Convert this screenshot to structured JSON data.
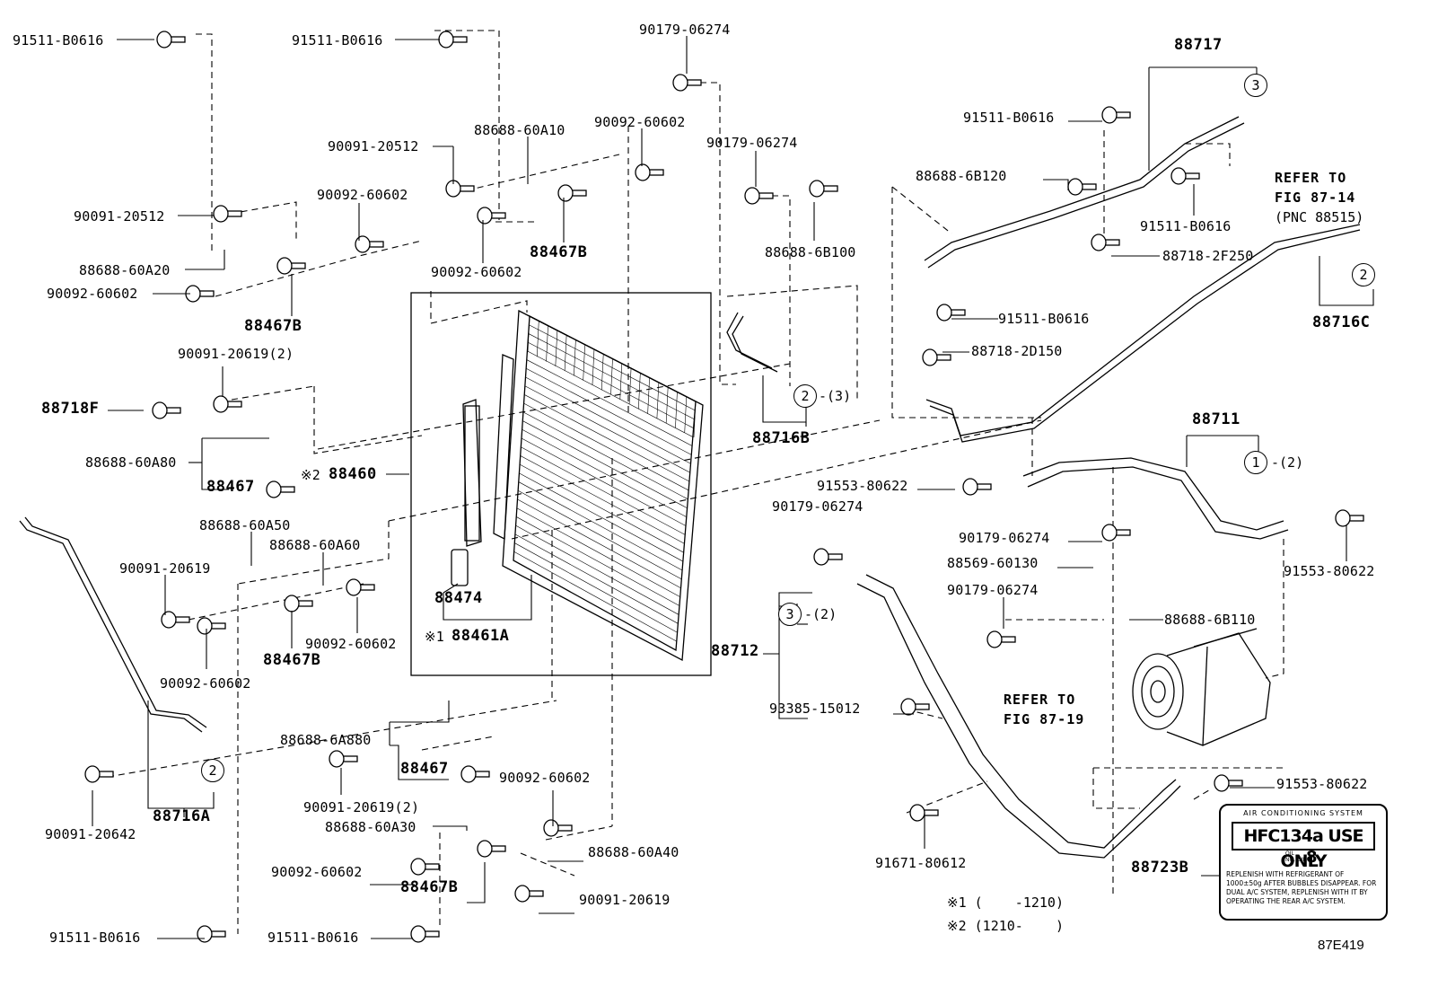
{
  "diagram_id": "87E419",
  "part_labels": {
    "p01": "91511-B0616",
    "p02": "91511-B0616",
    "p03": "90179-06274",
    "p04": "88688-60A10",
    "p05": "90092-60602",
    "p06": "90091-20512",
    "p07": "90179-06274",
    "p08": "90092-60602",
    "p09": "90091-20512",
    "p10": "88688-60A20",
    "p11": "90092-60602",
    "p12": "90092-60602",
    "p13": "88688-6B100",
    "p14": "90091-20619(2)",
    "p15": "88688-60A80",
    "p16": "88688-60A50",
    "p17": "88688-60A60",
    "p18": "90091-20619",
    "p19": "90092-60602",
    "p20": "90092-60602",
    "p21": "88688-6A880",
    "p22": "90091-20619(2)",
    "p23": "90092-60602",
    "p24": "88688-60A30",
    "p25": "88688-60A40",
    "p26": "90092-60602",
    "p27": "90091-20619",
    "p28": "91511-B0616",
    "p29": "91511-B0616",
    "p30": "90091-20642",
    "p31": "91511-B0616",
    "p32": "88688-6B120",
    "p33": "91511-B0616",
    "p34": "88718-2F250",
    "p35": "91511-B0616",
    "p36": "88718-2D150",
    "p37": "91553-80622",
    "p38": "90179-06274",
    "p39": "90179-06274",
    "p40": "88569-60130",
    "p41": "90179-06274",
    "p42": "88688-6B110",
    "p43": "91553-80622",
    "p44": "93385-15012",
    "p45": "91553-80622",
    "p46": "91671-80612"
  },
  "big_labels": {
    "b01": "88467B",
    "b02": "88467B",
    "b03": "88718F",
    "b04": "88467",
    "b05": "88460",
    "b06": "88474",
    "b07": "88461A",
    "b08": "88467B",
    "b09": "88467",
    "b10": "88467B",
    "b11": "88716A",
    "b12": "88716B",
    "b13": "88717",
    "b14": "88716C",
    "b15": "88711",
    "b16": "88712",
    "b17": "88723B"
  },
  "marks": {
    "m1": "※1",
    "m2": "※2"
  },
  "circles": {
    "c1": "3",
    "c2": "2",
    "c3": "2",
    "c4": "1",
    "c5": "3",
    "c6": "2"
  },
  "suffixes": {
    "s1": "-(3)",
    "s2": "-(2)",
    "s3": "-(2)"
  },
  "refer": {
    "r1_line1": "REFER TO",
    "r1_line2": "FIG 87-14",
    "r1_line3": "(PNC 88515)",
    "r2_line1": "REFER TO",
    "r2_line2": "FIG 87-19"
  },
  "notes": {
    "n1": "※1 (    -1210)",
    "n2": "※2 (1210-    )"
  },
  "sticker": {
    "header": "AIR CONDITIONING SYSTEM",
    "main": "HFC134a USE ONLY",
    "oil_label": "OIL",
    "oil_no_label": "NO. OIL",
    "oil_no": "8",
    "text": "REPLENISH WITH REFRIGERANT OF 1000±50g AFTER BUBBLES DISAPPEAR. FOR DUAL A/C SYSTEM, REPLENISH WITH IT BY OPERATING THE REAR A/C SYSTEM."
  },
  "colors": {
    "ink": "#000000",
    "paper": "#ffffff"
  }
}
